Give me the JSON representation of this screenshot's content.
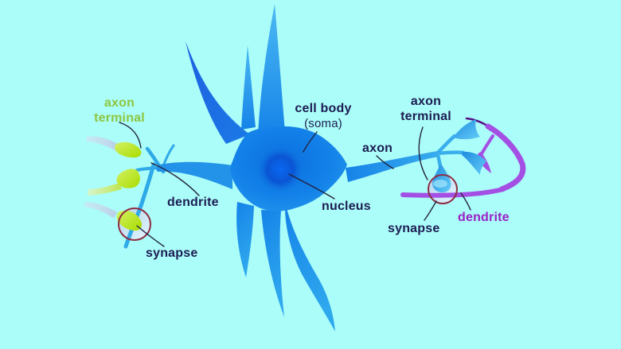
{
  "diagram": {
    "subject": "Neuron anatomy diagram with labeled parts and synapses",
    "background_color": "#abfdf9",
    "colors": {
      "neuron_blue": "#1280e8",
      "nucleus_blue": "#0a55d4",
      "dendrite_light_blue": "#2fa9e8",
      "axon_terminal_green": "#b2e214",
      "presynaptic_stem_gray": "#c8daee",
      "postsynaptic_dendrite_purple": "#a44fe4",
      "synapse_ring_red": "#8e2d42",
      "label_navy": "#1c1c52",
      "label_green": "#8dc63f",
      "label_magenta": "#9a1fc5"
    },
    "labels": {
      "axon_terminal_left": {
        "line1": "axon",
        "line2": "terminal"
      },
      "dendrite_left": {
        "text": "dendrite"
      },
      "synapse_left": {
        "text": "synapse"
      },
      "cell_body": {
        "line1": "cell body",
        "line2": "(soma)"
      },
      "axon": {
        "text": "axon"
      },
      "axon_terminal_right": {
        "line1": "axon",
        "line2": "terminal"
      },
      "nucleus": {
        "text": "nucleus"
      },
      "synapse_right": {
        "text": "synapse"
      },
      "dendrite_right": {
        "text": "dendrite"
      }
    }
  }
}
